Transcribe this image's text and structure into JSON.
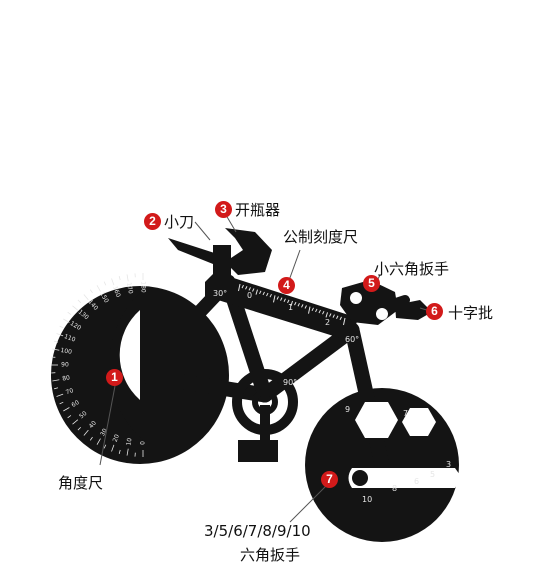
{
  "colors": {
    "tool": "#141414",
    "accent": "#d21a1a",
    "label": "#111111",
    "leader": "#555555",
    "engrave": "#e6e6e6"
  },
  "callouts": [
    {
      "num": "1",
      "label": "角度尺"
    },
    {
      "num": "2",
      "label": "小刀"
    },
    {
      "num": "3",
      "label": "开瓶器"
    },
    {
      "num": "4",
      "label": "公制刻度尺"
    },
    {
      "num": "5",
      "label": "小六角扳手"
    },
    {
      "num": "6",
      "label": "十字批"
    },
    {
      "num": "7",
      "label": "六角扳手",
      "sizes": "3/5/6/7/8/9/10"
    }
  ],
  "tool": {
    "angle_marks": [
      "30°",
      "60°",
      "90°"
    ],
    "ruler_numbers": [
      "0",
      "1",
      "2"
    ],
    "protractor_outer": [
      "0",
      "10",
      "20",
      "30",
      "40",
      "50",
      "60",
      "70",
      "80",
      "90",
      "100",
      "110",
      "120",
      "130",
      "140",
      "150",
      "160",
      "170",
      "180"
    ],
    "hex_sizes_top": [
      "9",
      "7"
    ],
    "hex_sizes_bottom": [
      "10",
      "8",
      "6",
      "5",
      "3"
    ]
  }
}
